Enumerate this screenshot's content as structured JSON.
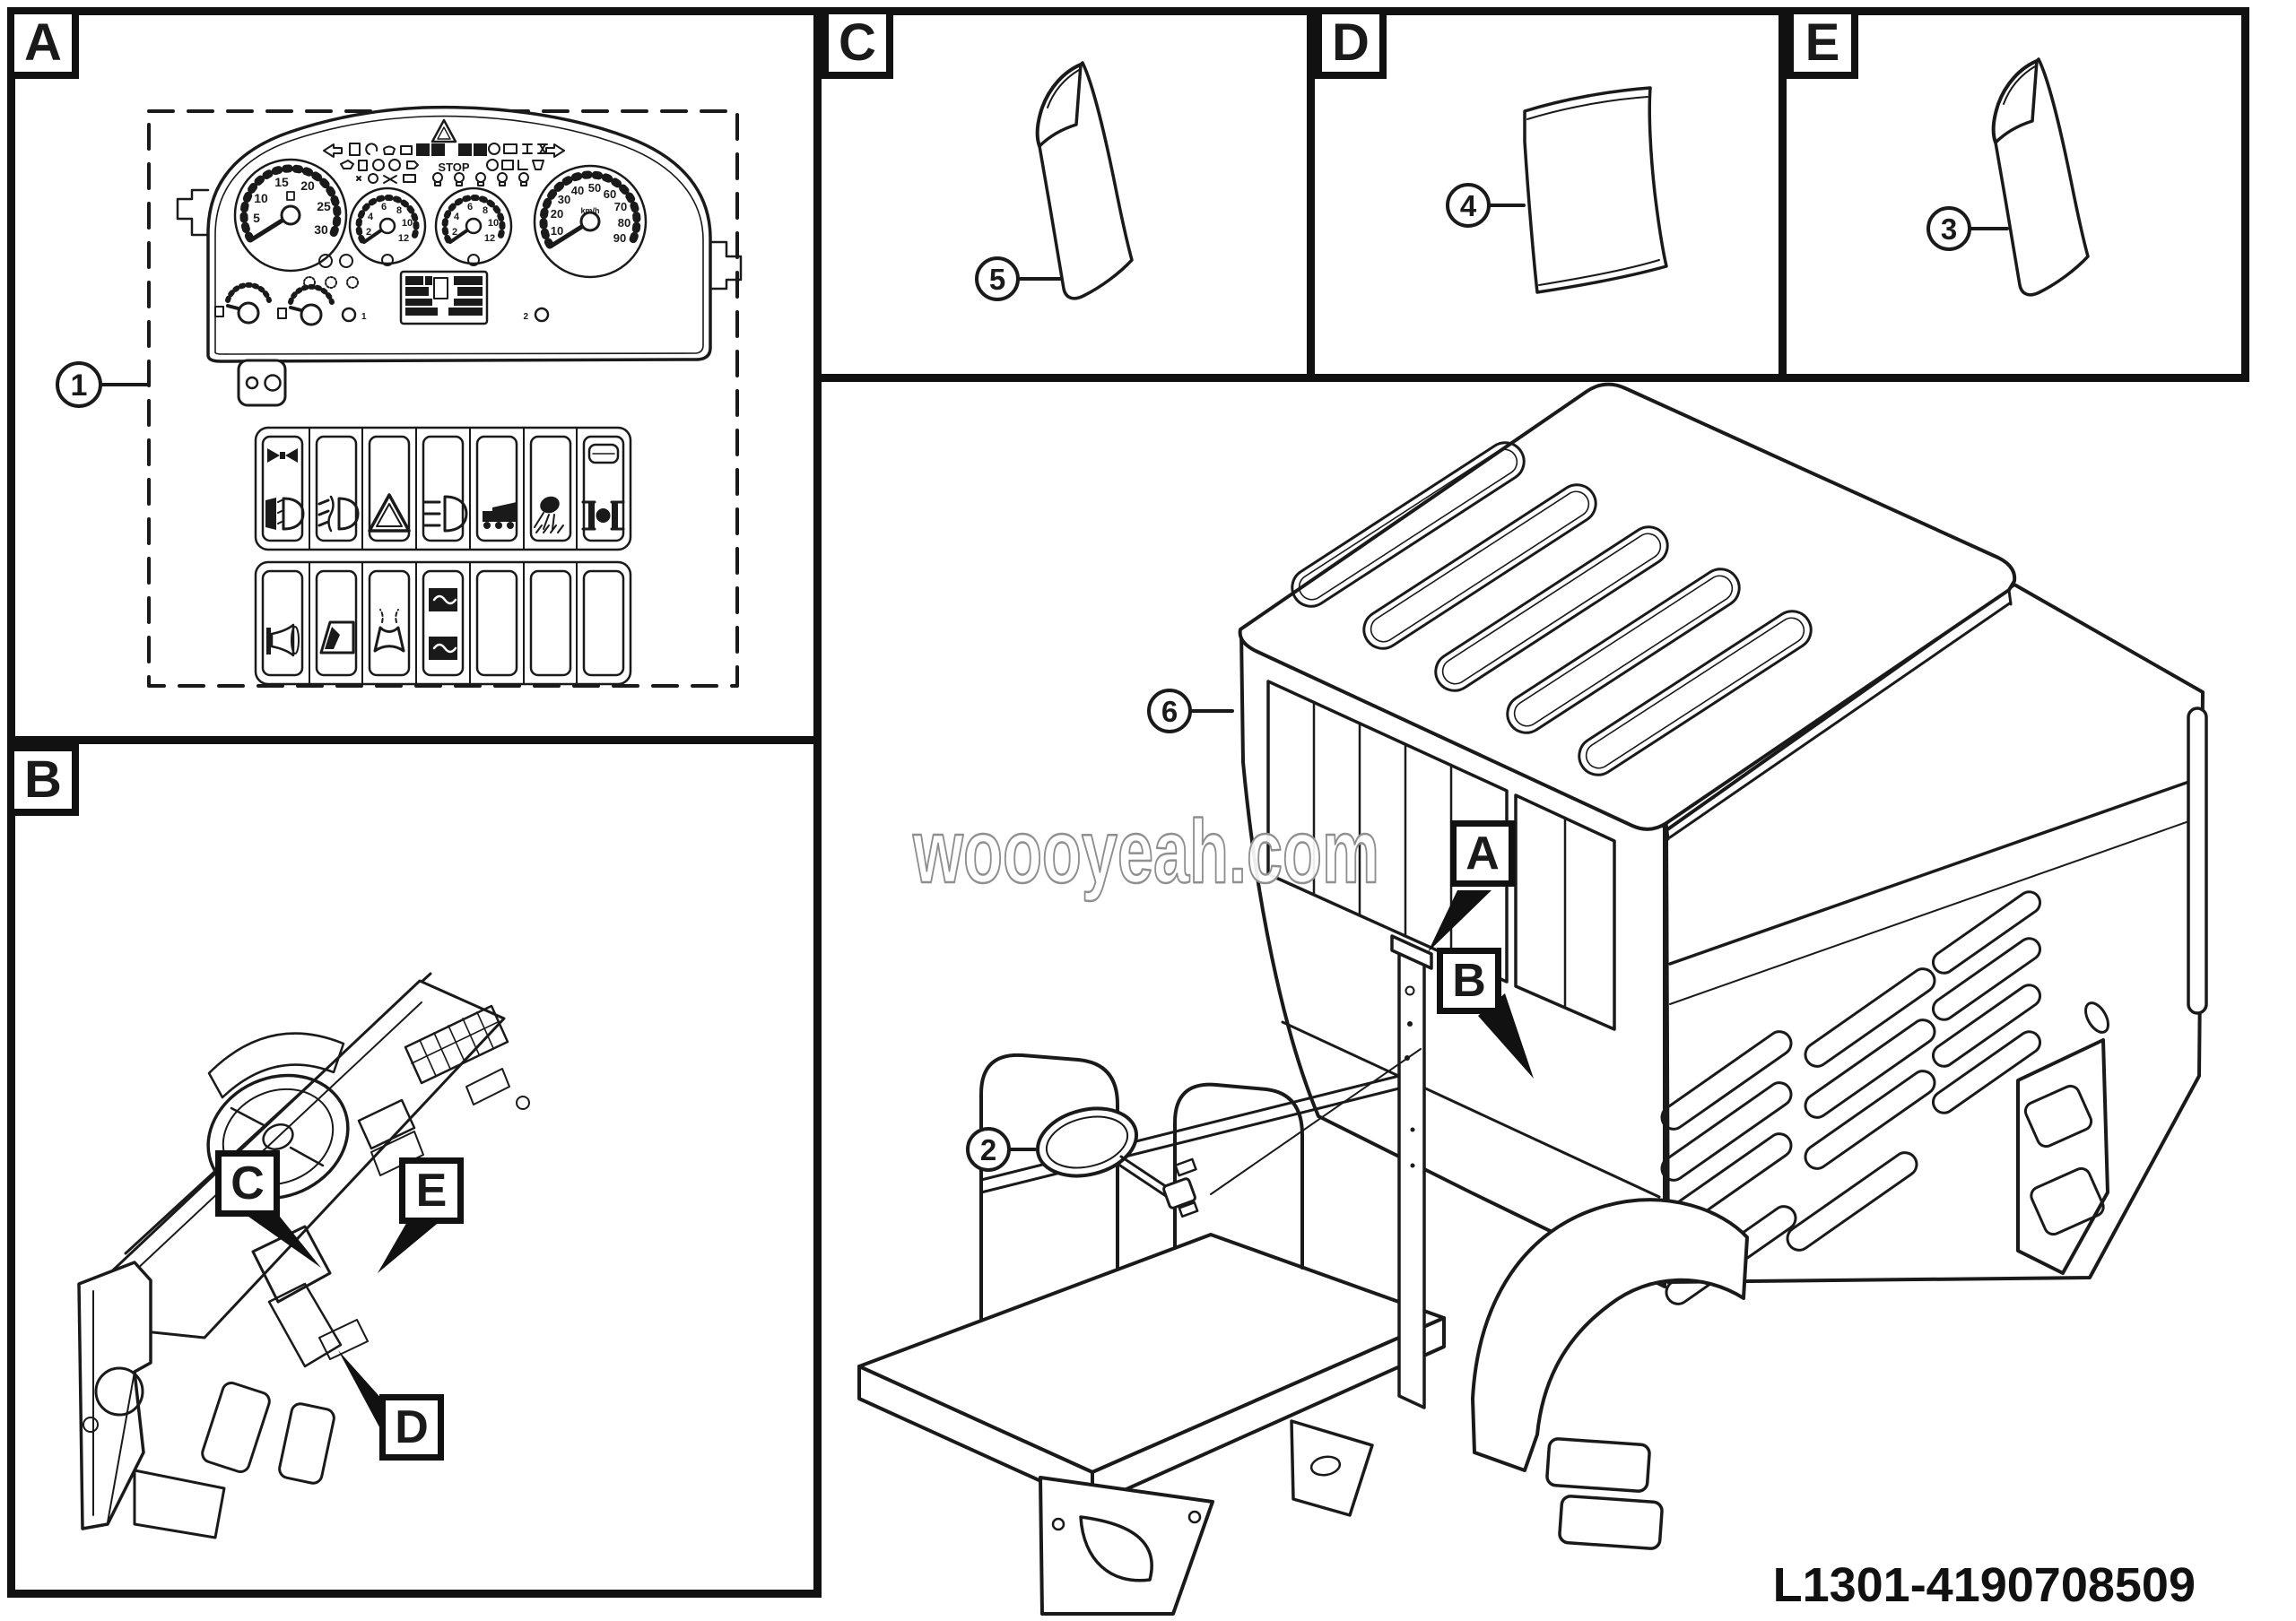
{
  "colors": {
    "line": "#1a1a1a",
    "watermark": "#8f8f8f",
    "label_bg": "#ffffff"
  },
  "part_number": "L1301-4190708509",
  "watermark_text": "woooyeah.com",
  "panel_labels": {
    "a": "A",
    "b": "B",
    "c": "C",
    "d": "D",
    "e": "E"
  },
  "ref_labels": {
    "dash_c": "C",
    "dash_e": "E",
    "dash_d": "D",
    "truck_a": "A",
    "truck_b": "B"
  },
  "callouts": {
    "cluster_assembly": "1",
    "mirror": "2",
    "decal_e": "3",
    "decal_d": "4",
    "decal_c": "5",
    "cab_frame": "6"
  },
  "cluster": {
    "tachometer_ticks": [
      "5",
      "10",
      "15",
      "20",
      "25",
      "30"
    ],
    "mid_gauge_ticks": [
      "2",
      "4",
      "6",
      "8",
      "10",
      "12"
    ],
    "speedometer_ticks": [
      "10",
      "20",
      "30",
      "40",
      "50",
      "60",
      "70",
      "80",
      "90"
    ],
    "speed_unit": "km/h",
    "stop_lamp_label": "STOP",
    "indicator_left": "1",
    "indicator_right": "2"
  },
  "switch_icons": {
    "row1": [
      "clearance-and-low-beam",
      "front-fog-lamp",
      "hazard-warning",
      "high-beam",
      "dump-tipping",
      "work-lamp",
      "differential-lock"
    ],
    "row2": [
      "horn",
      "cab-latch",
      "windscreen-washer",
      "mirror-heater",
      "blank",
      "blank",
      "blank"
    ]
  }
}
